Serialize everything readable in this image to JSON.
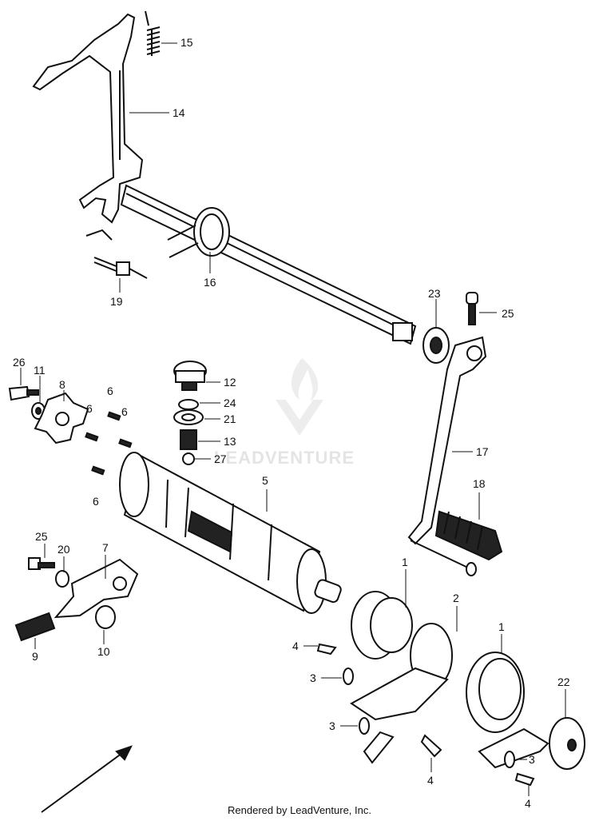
{
  "watermark": {
    "text": "LEADVENTURE"
  },
  "footer": {
    "text": "Rendered by LeadVenture, Inc."
  },
  "callouts": [
    {
      "id": "15",
      "text": "15"
    },
    {
      "id": "14",
      "text": "14"
    },
    {
      "id": "16",
      "text": "16"
    },
    {
      "id": "19",
      "text": "19"
    },
    {
      "id": "23",
      "text": "23"
    },
    {
      "id": "25a",
      "text": "25"
    },
    {
      "id": "26",
      "text": "26"
    },
    {
      "id": "11",
      "text": "11"
    },
    {
      "id": "8",
      "text": "8"
    },
    {
      "id": "6a",
      "text": "6"
    },
    {
      "id": "6b",
      "text": "6"
    },
    {
      "id": "6c",
      "text": "6"
    },
    {
      "id": "6d",
      "text": "6"
    },
    {
      "id": "12",
      "text": "12"
    },
    {
      "id": "24",
      "text": "24"
    },
    {
      "id": "21",
      "text": "21"
    },
    {
      "id": "13",
      "text": "13"
    },
    {
      "id": "27",
      "text": "27"
    },
    {
      "id": "5",
      "text": "5"
    },
    {
      "id": "17",
      "text": "17"
    },
    {
      "id": "18",
      "text": "18"
    },
    {
      "id": "25b",
      "text": "25"
    },
    {
      "id": "20",
      "text": "20"
    },
    {
      "id": "7",
      "text": "7"
    },
    {
      "id": "10",
      "text": "10"
    },
    {
      "id": "9",
      "text": "9"
    },
    {
      "id": "1a",
      "text": "1"
    },
    {
      "id": "2",
      "text": "2"
    },
    {
      "id": "1b",
      "text": "1"
    },
    {
      "id": "4a",
      "text": "4"
    },
    {
      "id": "3a",
      "text": "3"
    },
    {
      "id": "3b",
      "text": "3"
    },
    {
      "id": "4b",
      "text": "4"
    },
    {
      "id": "22",
      "text": "22"
    },
    {
      "id": "3c",
      "text": "3"
    },
    {
      "id": "4c",
      "text": "4"
    }
  ]
}
